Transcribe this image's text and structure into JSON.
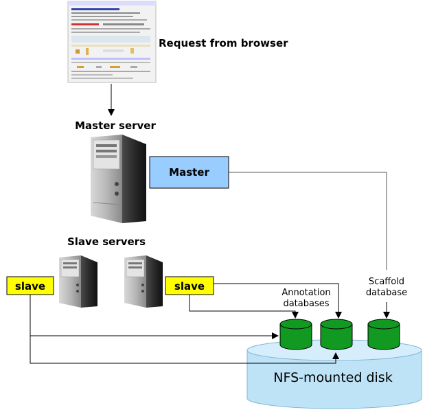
{
  "labels": {
    "request": "Request from browser",
    "master_server": "Master server",
    "master_box": "Master",
    "slave_servers": "Slave servers",
    "slave_left": "slave",
    "slave_right": "slave",
    "annotation_line1": "Annotation",
    "annotation_line2": "databases",
    "scaffold_line1": "Scaffold",
    "scaffold_line2": "database",
    "disk": "NFS-mounted disk"
  },
  "colors": {
    "master_box_fill": "#99ccff",
    "slave_box_fill": "#ffff00",
    "database_fill": "#119922",
    "disk_fill": "#bfe3f6",
    "disk_stroke": "#7fb8d8",
    "connector": "#000000",
    "scaffold_connector": "#555555"
  },
  "icons": {
    "browser": "browser-screenshot-icon",
    "master_server": "server-tower-icon",
    "slave_server_1": "server-tower-icon",
    "slave_server_2": "server-tower-icon",
    "database": "database-cylinder-icon"
  }
}
